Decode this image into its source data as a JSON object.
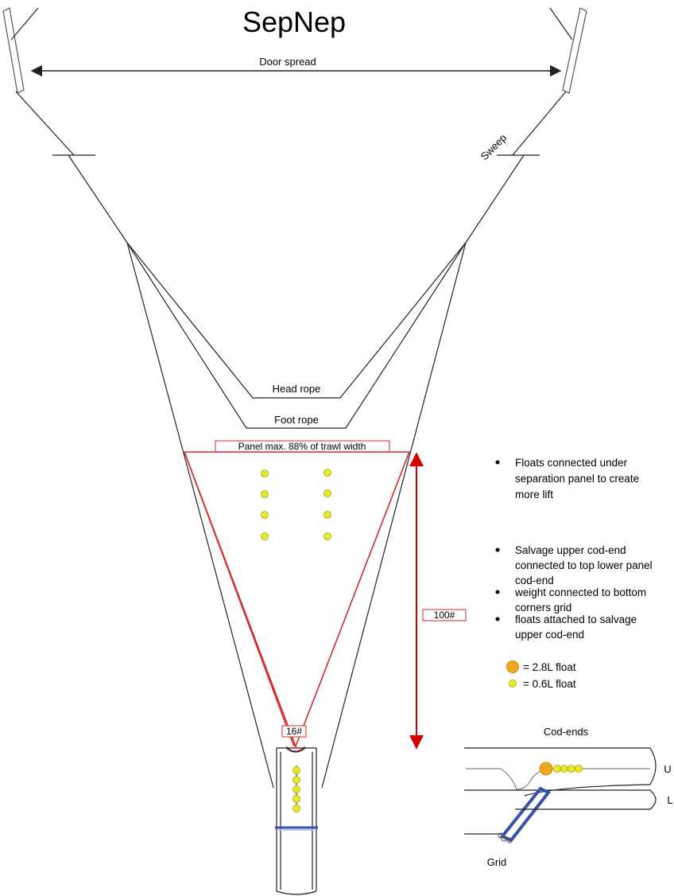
{
  "title": "SepNep",
  "labels": {
    "door_spread": "Door spread",
    "sweep": "Sweep",
    "head_rope": "Head rope",
    "foot_rope": "Foot rope",
    "panel_max": "Panel max. 88% of trawl width",
    "mesh_100": "100#",
    "mesh_16": "16#",
    "cod_ends": "Cod-ends",
    "upper": "U",
    "lower": "L",
    "grid": "Grid"
  },
  "notes": {
    "n1_line1": "Floats connected under",
    "n1_line2": "separation panel to create",
    "n1_line3": "more lift",
    "n2_line1": "Salvage upper cod-end",
    "n2_line2": "connected to top lower panel",
    "n2_line3": "cod-end",
    "n3_line1": "weight connected to bottom",
    "n3_line2": "corners grid",
    "n4_line1": "floats attached to salvage",
    "n4_line2": "upper cod-end"
  },
  "legend": {
    "large_float": "= 2.8L float",
    "small_float": "= 0.6L float"
  },
  "colors": {
    "line": "#222222",
    "panel": "#d42a2a",
    "arrow_red": "#d40000",
    "float_small": "#e8e830",
    "float_large": "#f0a820",
    "grid_blue": "#3a4faa"
  }
}
